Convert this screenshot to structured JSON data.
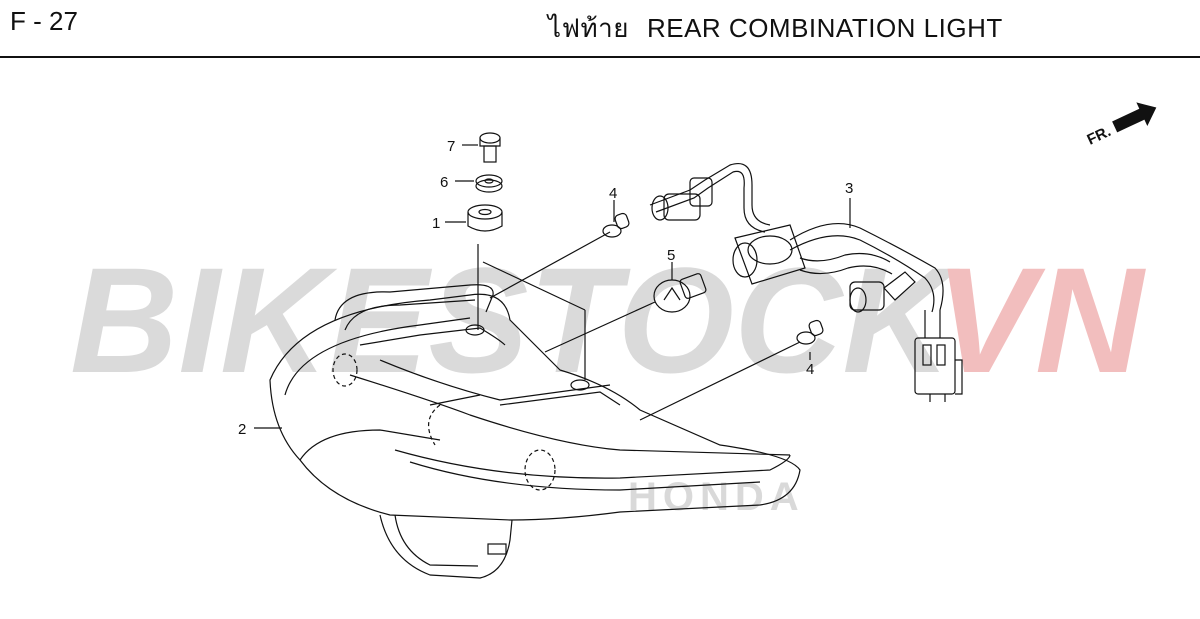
{
  "header": {
    "page_code": "F - 27",
    "title_thai": "ไฟท้าย",
    "title_en": "REAR COMBINATION LIGHT"
  },
  "watermark": {
    "text_main": "BIKESTOCK",
    "text_accent": "VN",
    "brand": "HONDA"
  },
  "direction_label": "FR.",
  "callouts": [
    "7",
    "6",
    "1",
    "4",
    "5",
    "3",
    "2",
    "4"
  ],
  "colors": {
    "line": "#111111",
    "watermark_gray": "#bdbdbd",
    "watermark_red": "#e88a8a"
  }
}
